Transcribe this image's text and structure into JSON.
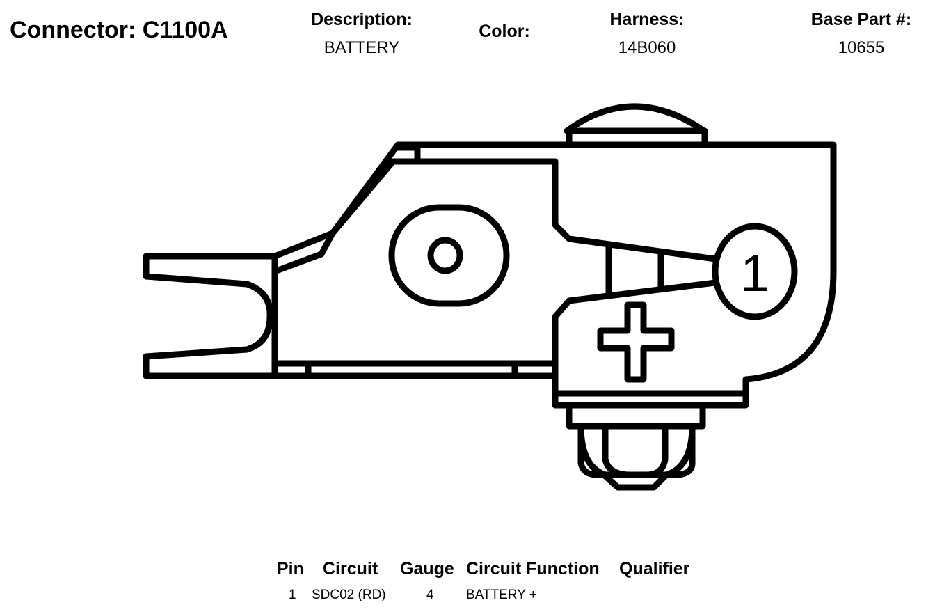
{
  "header": {
    "connector": "Connector: C1100A",
    "description_label": "Description:",
    "description_value": "BATTERY",
    "color_label": "Color:",
    "color_value": "",
    "harness_label": "Harness:",
    "harness_value": "14B060",
    "base_part_label": "Base Part #:",
    "base_part_value": "10655"
  },
  "diagram": {
    "pin_label": "1"
  },
  "table": {
    "headers": {
      "pin": "Pin",
      "circuit": "Circuit",
      "gauge": "Gauge",
      "circuit_function": "Circuit Function",
      "qualifier": "Qualifier"
    },
    "rows": [
      {
        "pin": "1",
        "circuit": "SDC02 (RD)",
        "gauge": "4",
        "circuit_function": "BATTERY +",
        "qualifier": ""
      }
    ]
  }
}
